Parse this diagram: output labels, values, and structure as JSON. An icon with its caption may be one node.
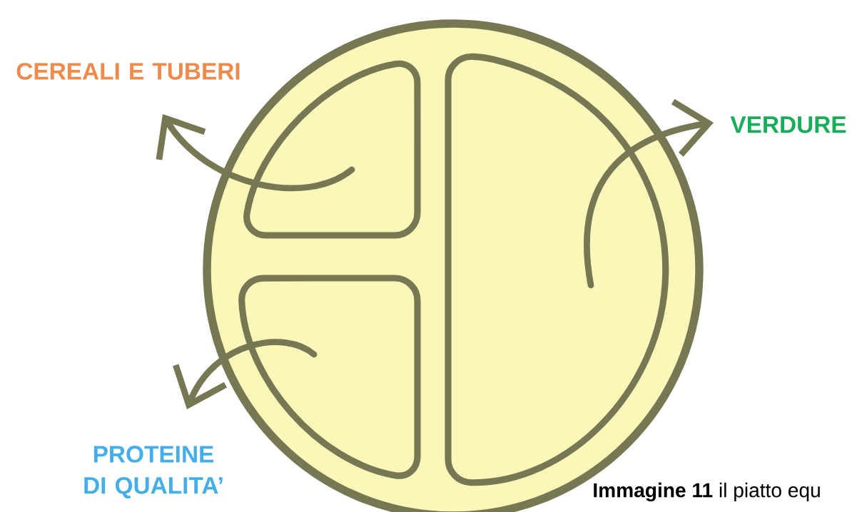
{
  "diagram": {
    "caption": "**Immagine 11** il piatto equ",
    "nodes": [
      {
        "text": [],
        "shape": "circle"
      },
      {
        "text": [],
        "shape": "box",
        "in": 0
      },
      {
        "text": [],
        "shape": "box",
        "in": 0
      },
      {
        "text": [],
        "shape": "box",
        "in": 0
      },
      {
        "text": [
          "CEREALI E TUBERI"
        ]
      },
      {
        "text": [
          "VERDURE"
        ]
      },
      {
        "text": [
          "PROTEINE DI QUALITA’"
        ]
      }
    ],
    "edges": [
      {
        "from": 1,
        "to": 4,
        "arrow": "to"
      },
      {
        "from": 3,
        "to": 5,
        "arrow": "to"
      },
      {
        "from": 2,
        "to": 6,
        "arrow": "to"
      }
    ]
  }
}
